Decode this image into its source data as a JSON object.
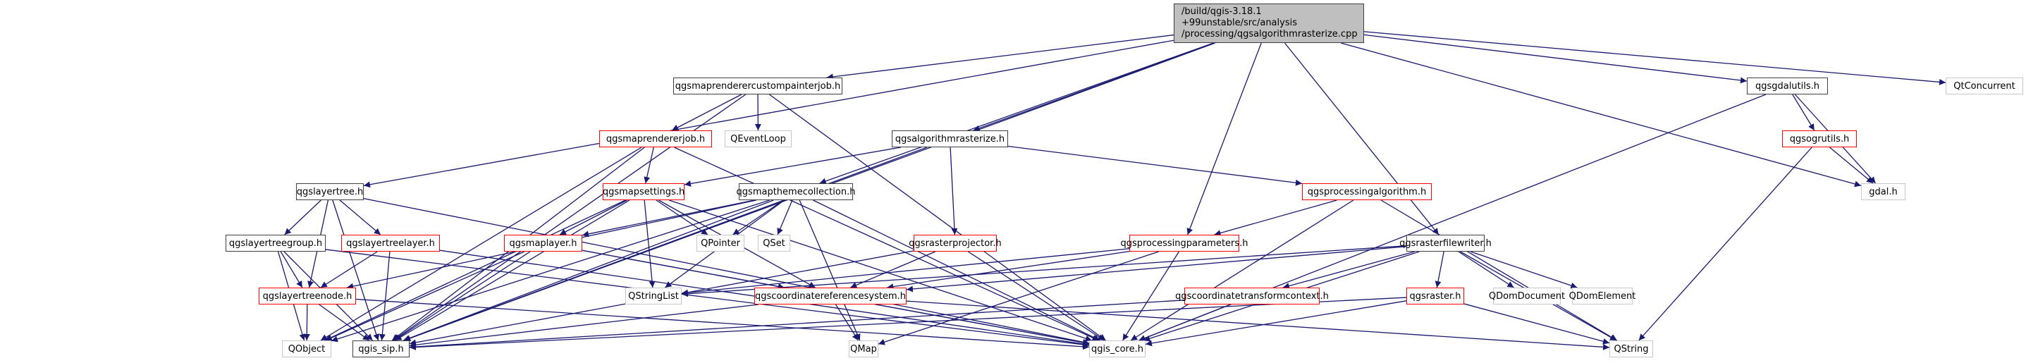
{
  "title": "Include dependency graph for qgsalgorithmrasterize.cpp",
  "colors": {
    "edge": "#191970",
    "node_border_documented": "#404040",
    "node_border_truncated": "#ff0000",
    "node_border_external": "#c8c8c8",
    "root_fill": "#bfbfbf"
  },
  "root": {
    "lines": [
      "/build/qgis-3.18.1",
      "+99unstable/src/analysis",
      "/processing/qgsalgorithmrasterize.cpp"
    ]
  },
  "nodes": {
    "customjob": "qgsmaprenderercustompainterjob.h",
    "eventloop": "QEventLoop",
    "rendererjob": "qgsmaprendererjob.h",
    "algraster": "qgsalgorithmrasterize.h",
    "gdalutils": "qgsgdalutils.h",
    "qtconcurrent": "QtConcurrent",
    "ogrutils": "qgsogrutils.h",
    "gdal": "gdal.h",
    "layertree": "qgslayertree.h",
    "mapsettings": "qgsmapsettings.h",
    "themecoll": "qgsmapthemecollection.h",
    "procalg": "qgsprocessingalgorithm.h",
    "ltgroup": "qgslayertreegroup.h",
    "ltlayer": "qgslayertreelayer.h",
    "maplayer": "qgsmaplayer.h",
    "qpointer": "QPointer",
    "qset": "QSet",
    "rasterproj": "qgsrasterprojector.h",
    "procparams": "qgsprocessingparameters.h",
    "rasterfw": "qgsrasterfilewriter.h",
    "qstringlist": "QStringList",
    "crs": "qgscoordinatereferencesystem.h",
    "ctc": "qgscoordinatetransformcontext.h",
    "raster": "qgsraster.h",
    "domdoc": "QDomDocument",
    "domelem": "QDomElement",
    "ltnode": "qgslayertreenode.h",
    "qobject": "QObject",
    "sip": "qgis_sip.h",
    "qmap": "QMap",
    "core": "qgis_core.h",
    "qstring": "QString"
  },
  "edges": [
    [
      "root",
      "customjob"
    ],
    [
      "root",
      "gdalutils"
    ],
    [
      "root",
      "qtconcurrent"
    ],
    [
      "root",
      "gdal"
    ],
    [
      "root",
      "algraster"
    ],
    [
      "root",
      "layertree"
    ],
    [
      "root",
      "themecoll"
    ],
    [
      "root",
      "procparams"
    ],
    [
      "root",
      "rasterfw"
    ],
    [
      "root",
      "sip"
    ],
    [
      "customjob",
      "rendererjob"
    ],
    [
      "customjob",
      "eventloop"
    ],
    [
      "customjob",
      "core"
    ],
    [
      "customjob",
      "sip"
    ],
    [
      "rendererjob",
      "mapsettings"
    ],
    [
      "rendererjob",
      "core"
    ],
    [
      "rendererjob",
      "qobject"
    ],
    [
      "rendererjob",
      "sip"
    ],
    [
      "algraster",
      "procalg"
    ],
    [
      "algraster",
      "rasterproj"
    ],
    [
      "algraster",
      "mapsettings"
    ],
    [
      "algraster",
      "sip"
    ],
    [
      "gdalutils",
      "ogrutils"
    ],
    [
      "gdalutils",
      "gdal"
    ],
    [
      "gdalutils",
      "core"
    ],
    [
      "ogrutils",
      "gdal"
    ],
    [
      "ogrutils",
      "qstring"
    ],
    [
      "layertree",
      "ltgroup"
    ],
    [
      "layertree",
      "ltlayer"
    ],
    [
      "layertree",
      "ltnode"
    ],
    [
      "layertree",
      "sip"
    ],
    [
      "layertree",
      "core"
    ],
    [
      "mapsettings",
      "maplayer"
    ],
    [
      "mapsettings",
      "qpointer"
    ],
    [
      "mapsettings",
      "qstringlist"
    ],
    [
      "mapsettings",
      "crs"
    ],
    [
      "mapsettings",
      "core"
    ],
    [
      "mapsettings",
      "sip"
    ],
    [
      "mapsettings",
      "qobject"
    ],
    [
      "themecoll",
      "maplayer"
    ],
    [
      "themecoll",
      "qpointer"
    ],
    [
      "themecoll",
      "qset"
    ],
    [
      "themecoll",
      "qstringlist"
    ],
    [
      "themecoll",
      "core"
    ],
    [
      "themecoll",
      "qobject"
    ],
    [
      "themecoll",
      "sip"
    ],
    [
      "themecoll",
      "qmap"
    ],
    [
      "themecoll",
      "ltnode"
    ],
    [
      "procalg",
      "procparams"
    ],
    [
      "procalg",
      "core"
    ],
    [
      "procalg",
      "qstring"
    ],
    [
      "ltgroup",
      "ltnode"
    ],
    [
      "ltgroup",
      "sip"
    ],
    [
      "ltgroup",
      "core"
    ],
    [
      "ltgroup",
      "qobject"
    ],
    [
      "ltlayer",
      "ltnode"
    ],
    [
      "ltlayer",
      "sip"
    ],
    [
      "ltlayer",
      "core"
    ],
    [
      "maplayer",
      "crs"
    ],
    [
      "maplayer",
      "sip"
    ],
    [
      "maplayer",
      "core"
    ],
    [
      "maplayer",
      "qobject"
    ],
    [
      "rasterproj",
      "crs"
    ],
    [
      "rasterproj",
      "core"
    ],
    [
      "rasterproj",
      "sip"
    ],
    [
      "procparams",
      "crs"
    ],
    [
      "procparams",
      "qstringlist"
    ],
    [
      "procparams",
      "qmap"
    ],
    [
      "procparams",
      "core"
    ],
    [
      "rasterfw",
      "ctc"
    ],
    [
      "rasterfw",
      "raster"
    ],
    [
      "rasterfw",
      "domdoc"
    ],
    [
      "rasterfw",
      "domelem"
    ],
    [
      "rasterfw",
      "crs"
    ],
    [
      "rasterfw",
      "qstringlist"
    ],
    [
      "rasterfw",
      "core"
    ],
    [
      "rasterfw",
      "qstring"
    ],
    [
      "crs",
      "qmap"
    ],
    [
      "crs",
      "core"
    ],
    [
      "crs",
      "sip"
    ],
    [
      "crs",
      "qstring"
    ],
    [
      "ctc",
      "core"
    ],
    [
      "ctc",
      "sip"
    ],
    [
      "raster",
      "core"
    ],
    [
      "raster",
      "sip"
    ],
    [
      "raster",
      "qstring"
    ],
    [
      "ltnode",
      "qobject"
    ],
    [
      "ltnode",
      "sip"
    ],
    [
      "ltnode",
      "core"
    ]
  ]
}
